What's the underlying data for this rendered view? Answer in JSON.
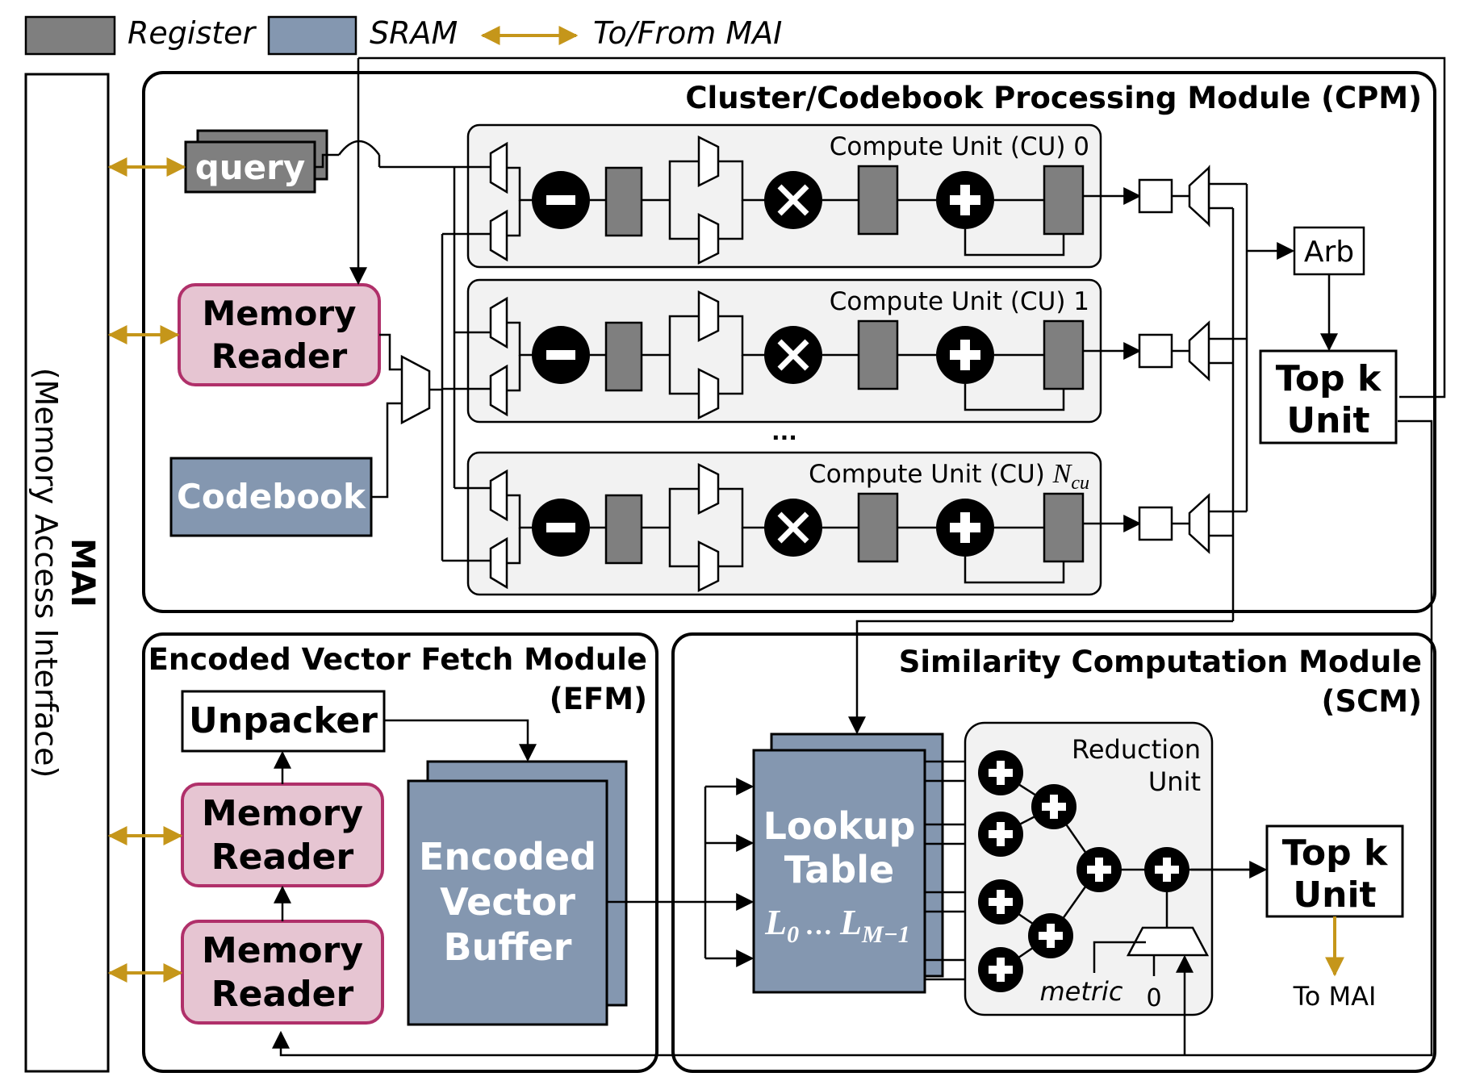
{
  "legend": {
    "register": "Register",
    "sram": "SRAM",
    "to_from_mai": "To/From MAI"
  },
  "mai": {
    "title": "MAI",
    "subtitle": "(Memory Access Interface)"
  },
  "cpm": {
    "title": "Cluster/Codebook Processing Module (CPM)",
    "query": "query",
    "memory_reader_line1": "Memory",
    "memory_reader_line2": "Reader",
    "codebook": "Codebook",
    "cu0": "Compute Unit (CU) 0",
    "cu1": "Compute Unit (CU) 1",
    "cun_prefix": "Compute Unit  (CU) ",
    "cun_symbol": "N",
    "cun_sub": "cu",
    "ellipsis": "...",
    "arb": "Arb",
    "topk_line1": "Top k",
    "topk_line2": "Unit"
  },
  "efm": {
    "title_line1": "Encoded Vector Fetch Module",
    "title_line2": "(EFM)",
    "unpacker": "Unpacker",
    "memory_reader_line1": "Memory",
    "memory_reader_line2": "Reader",
    "buffer_line1": "Encoded",
    "buffer_line2": "Vector",
    "buffer_line3": "Buffer"
  },
  "scm": {
    "title_line1": "Similarity Computation Module",
    "title_line2": "(SCM)",
    "lookup_line1": "Lookup",
    "lookup_line2": "Table",
    "lookup_l0": "L",
    "lookup_l0_sub": "0",
    "lookup_dots": " … ",
    "lookup_lm": "L",
    "lookup_lm_sub": "M−1",
    "reduction_line1": "Reduction",
    "reduction_line2": "Unit",
    "metric": "metric",
    "zero": "0",
    "topk_line1": "Top k",
    "topk_line2": "Unit",
    "to_mai": "To MAI"
  },
  "colors": {
    "register": "#7f7f7f",
    "sram": "#8497b0",
    "memory_reader_fill": "#e6c5d2",
    "memory_reader_stroke": "#b0306a",
    "mai_arrow": "#c5961a",
    "panel": "#f2f2f2",
    "ink": "#000000"
  },
  "icons": [
    "minus-icon",
    "multiply-icon",
    "plus-icon",
    "mux-icon",
    "arrow-icon"
  ]
}
